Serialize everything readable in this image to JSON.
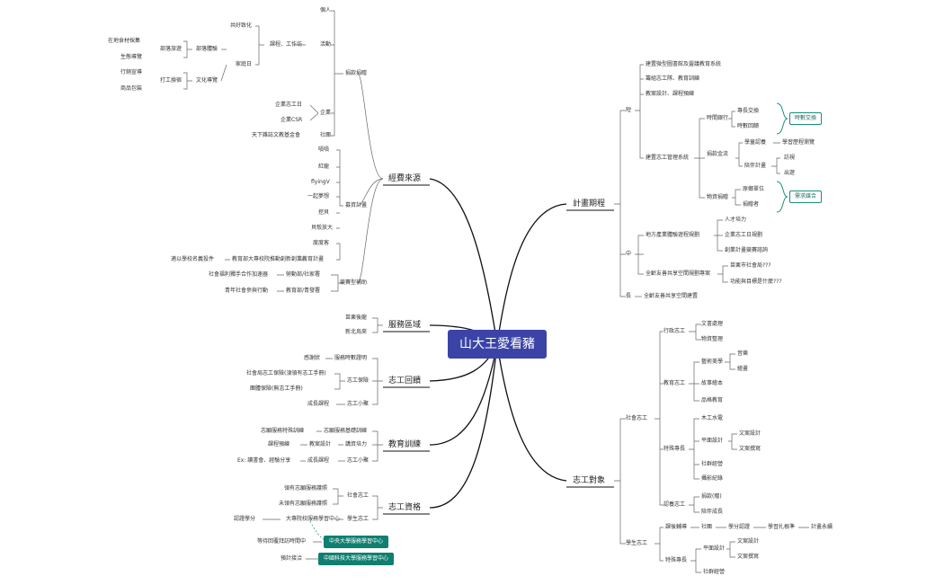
{
  "root": "山大王愛看豬",
  "branches": {
    "funding": "經費來源",
    "service": "服務區域",
    "rewards": "志工回饋",
    "training": "教育訓練",
    "qualify": "志工資格",
    "plan": "計畫期程",
    "target": "志工對象"
  },
  "funding": {
    "campaign": "捐款捐贈",
    "individual": "個人",
    "activity": "活動",
    "course": "課程、工作坊",
    "common_culture": "共好致化",
    "tribe_exp": "部落體驗",
    "tribe_travel": "部落旅遊",
    "local_harvest": "在地食材採集",
    "eco_tour": "生態導覽",
    "family_day": "家庭日",
    "culture_tour": "文化導覽",
    "work_exchange": "打工換宿",
    "itinerary": "行銷宣導",
    "goods": "商品包裝",
    "enterprise": "企業",
    "ent_volunteer": "企業志工日",
    "ent_csr": "企業CSR",
    "society": "社團",
    "foundation": "天下雜誌文教基金會",
    "crowdfund": "募資計畫",
    "cf": [
      "嘖嘖",
      "紅龍",
      "flyingV",
      "一起夢想",
      "挖貝",
      "貝殼放大",
      "度度客"
    ],
    "moe_plan": "教育部大專校院推動創新創業教育計畫",
    "school_plan": "適以學校名義投件",
    "competition": "競賽型補助",
    "labor": "勞動部/社家署",
    "labor_plan": "社會福利獨手合作加速器",
    "youth": "教育部/青發署",
    "youth_plan": "青年社會參與行動"
  },
  "service": {
    "a": "苗栗後龍",
    "b": "新北烏來"
  },
  "rewards": {
    "proof": "服務時數證明",
    "cert": "感謝狀",
    "insurance": "志工保險",
    "insurance_note": "社會局志工保險(須領有志工手冊)",
    "group_ins": "團體保險(無志工手冊)",
    "group": "志工小聚",
    "growth": "成長課程"
  },
  "training": {
    "basic": "志願服務基礎訓練",
    "special": "志願服務特殊訓練",
    "lecture": "講資培力",
    "plan_design": "教案設計",
    "plan_practice": "課程預練",
    "group": "志工小聚",
    "growth": "成長課程",
    "share": "Ex: 讀書會、經驗分享"
  },
  "qualify": {
    "social": "社會志工",
    "has_manual": "領有志願服務護照",
    "no_manual": "未領有志願服務護照",
    "student": "學生志工",
    "center": "大專院校服務學習中心",
    "credit": "認證學分",
    "center1": "中央大學服務學習中心",
    "center1_note": "等待回覆拜訪時間中",
    "center2": "中國科技大學服務學習中心",
    "center2_note": "預計接洽"
  },
  "plan": {
    "short": "短",
    "s1": "建置微型圖書館及靈議教育系統",
    "s2": "籌組志工隊、教育訓練",
    "s3": "教案設計、課程預練",
    "s4": "建置志工管理系統",
    "time_bank": "時間銀行",
    "expert_exchange": "專長交換",
    "hour_record": "時數回饋",
    "hour_exchange": "時數交換",
    "funding_flow": "捐款金流",
    "study_support": "學童認養",
    "study_track": "學習歷程瀏覽",
    "companion": "陪伴計畫",
    "visit": "訪視",
    "trip": "出遊",
    "supplies": "物資捐贈",
    "need_unit": "原鄉單位",
    "donor": "捐贈者",
    "match": "需求媒合",
    "mid": "中",
    "m1": "地方產業體驗遊程規劃",
    "talent": "人才培力",
    "ent_day": "企業志工日規劃",
    "biz_plan": "創業計畫競賽諮詢",
    "m2": "全齡友善共享空間規劃專案",
    "m2a": "苗栗市社會局???",
    "m2b": "功能與目標是什麼???",
    "long": "長",
    "l1": "全齡友善共享空間建置"
  },
  "target": {
    "social": "社會志工",
    "admin": "行政志工",
    "doc": "文書處理",
    "supplies": "物資整理",
    "edu": "教育志工",
    "art": "藝術美學",
    "music": "音樂",
    "draw": "繪畫",
    "story": "故事繪本",
    "food": "品格教育",
    "special": "特殊專長",
    "wood": "木工水電",
    "design": "平面設計",
    "web": "文案設計",
    "writing": "文案撰寫",
    "community": "社群經營",
    "photo": "攝影紀錄",
    "adopt": "認養志工",
    "donate": "捐款(贈)",
    "accompany": "陪伴成長",
    "student": "學生志工",
    "course_combo": "課後輔導",
    "club": "社團",
    "credit": "學分認證",
    "scholar": "學習扎根準",
    "plan_forever": "計畫永續",
    "s_special": "特殊專長",
    "s_design": "平面設計",
    "s_web": "文案設計",
    "s_writing": "文案撰寫",
    "s_comm": "社群經營"
  },
  "colors": {
    "root": "#3b44a6",
    "teal": "#0f7f6f",
    "line": "#222222",
    "thin": "#555555"
  }
}
